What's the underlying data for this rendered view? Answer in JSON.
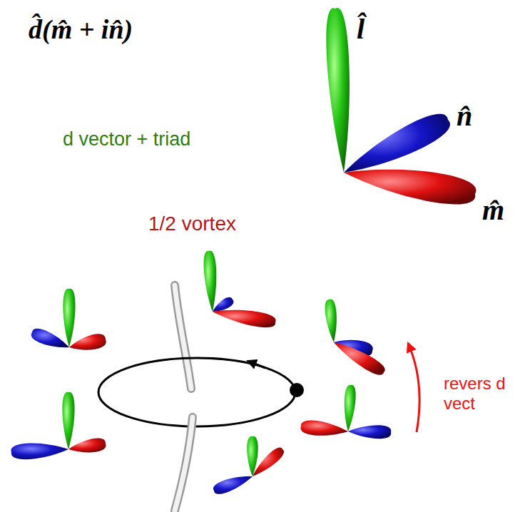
{
  "diagram": {
    "labels": [
      "d̂(m̂ + in̂)",
      "d vector + triad",
      "l̂",
      "n̂",
      "m̂",
      "1/2 vortex",
      "revers d vect"
    ]
  }
}
